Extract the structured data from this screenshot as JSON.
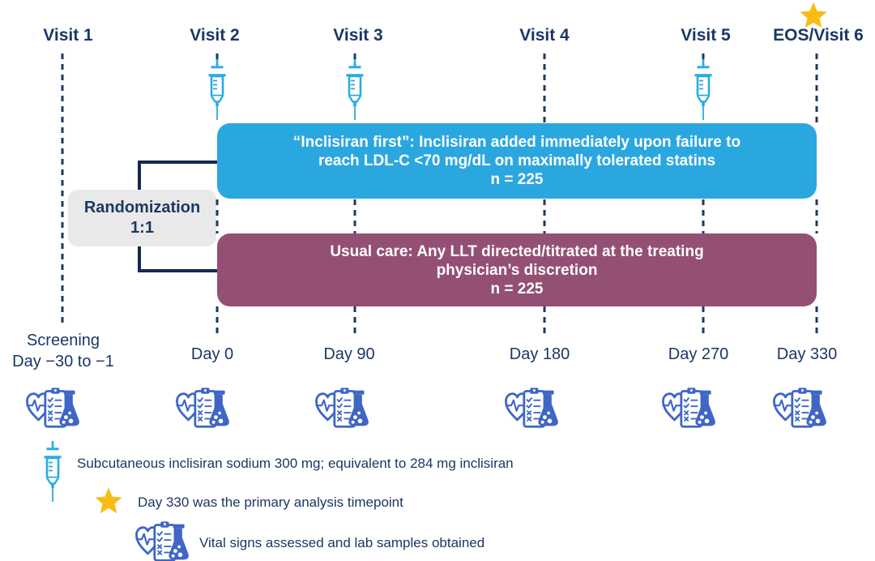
{
  "colors": {
    "navy_text": "#1B3764",
    "dash_line": "#1E3A5F",
    "bracket": "#14294F",
    "arm_blue": "#2BA7E0",
    "arm_purple": "#944F74",
    "randomization_gray": "#E9E9E9",
    "syringe_blue": "#29ABE2",
    "star_gold": "#F9BC15",
    "vitals_blue": "#3F66C6"
  },
  "icons": {
    "syringe": "syringe-icon",
    "star": "star-icon",
    "vitals": "vitals-lab-icon"
  },
  "timeline": {
    "visits": [
      {
        "label": "Visit 1"
      },
      {
        "label": "Visit 2"
      },
      {
        "label": "Visit 3"
      },
      {
        "label": "Visit 4"
      },
      {
        "label": "Visit 5"
      },
      {
        "label": "EOS/Visit 6"
      }
    ],
    "days": [
      {
        "line1": "Screening",
        "line2": "Day −30 to −1"
      },
      {
        "line1": "Day 0"
      },
      {
        "line1": "Day 90"
      },
      {
        "line1": "Day 180"
      },
      {
        "line1": "Day 270"
      },
      {
        "line1": "Day 330"
      }
    ]
  },
  "randomization": {
    "line1": "Randomization",
    "line2": "1:1"
  },
  "arms": {
    "inclisiran": {
      "line1": "“Inclisiran first”: Inclisiran added immediately upon failure to",
      "line2": "reach LDL-C <70 mg/dL on maximally tolerated statins",
      "line3": "n = 225"
    },
    "usual_care": {
      "line1": "Usual care: Any LLT directed/titrated at the treating",
      "line2": "physician’s discretion",
      "line3": "n = 225"
    }
  },
  "legend": {
    "syringe": "Subcutaneous inclisiran sodium 300 mg; equivalent to 284 mg inclisiran",
    "star": "Day 330 was the primary analysis timepoint",
    "vitals": "Vital signs assessed and lab samples obtained"
  }
}
